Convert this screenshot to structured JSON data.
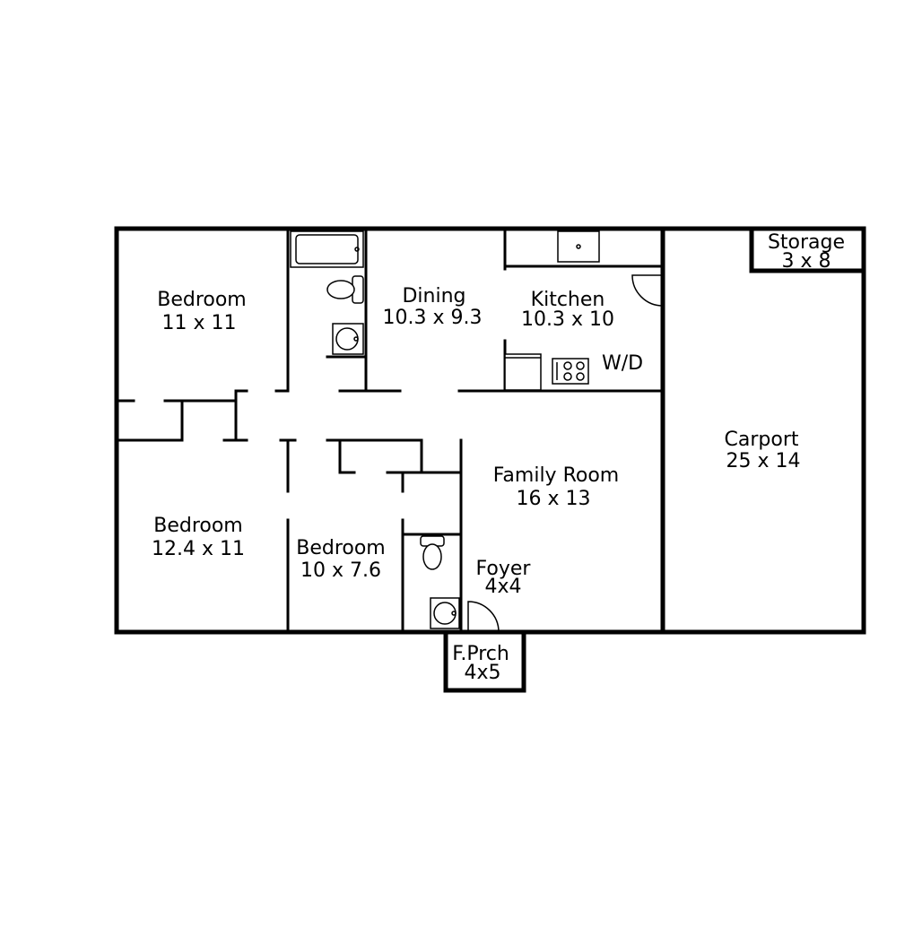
{
  "rooms": {
    "bedroom_1": {
      "name": "Bedroom",
      "size": "11 x 11"
    },
    "dining": {
      "name": "Dining",
      "size": "10.3 x 9.3"
    },
    "kitchen": {
      "name": "Kitchen",
      "size": "10.3 x 10"
    },
    "wd": {
      "name": "W/D"
    },
    "storage": {
      "name": "Storage",
      "size": "3 x 8"
    },
    "carport": {
      "name": "Carport",
      "size": "25 x 14"
    },
    "family_room": {
      "name": "Family Room",
      "size": "16 x 13"
    },
    "bedroom_2": {
      "name": "Bedroom",
      "size": "12.4 x 11"
    },
    "bedroom_3": {
      "name": "Bedroom",
      "size": "10 x 7.6"
    },
    "foyer": {
      "name": "Foyer",
      "size": "4x4"
    },
    "front_porch": {
      "name": "F.Prch",
      "size": "4x5"
    }
  }
}
